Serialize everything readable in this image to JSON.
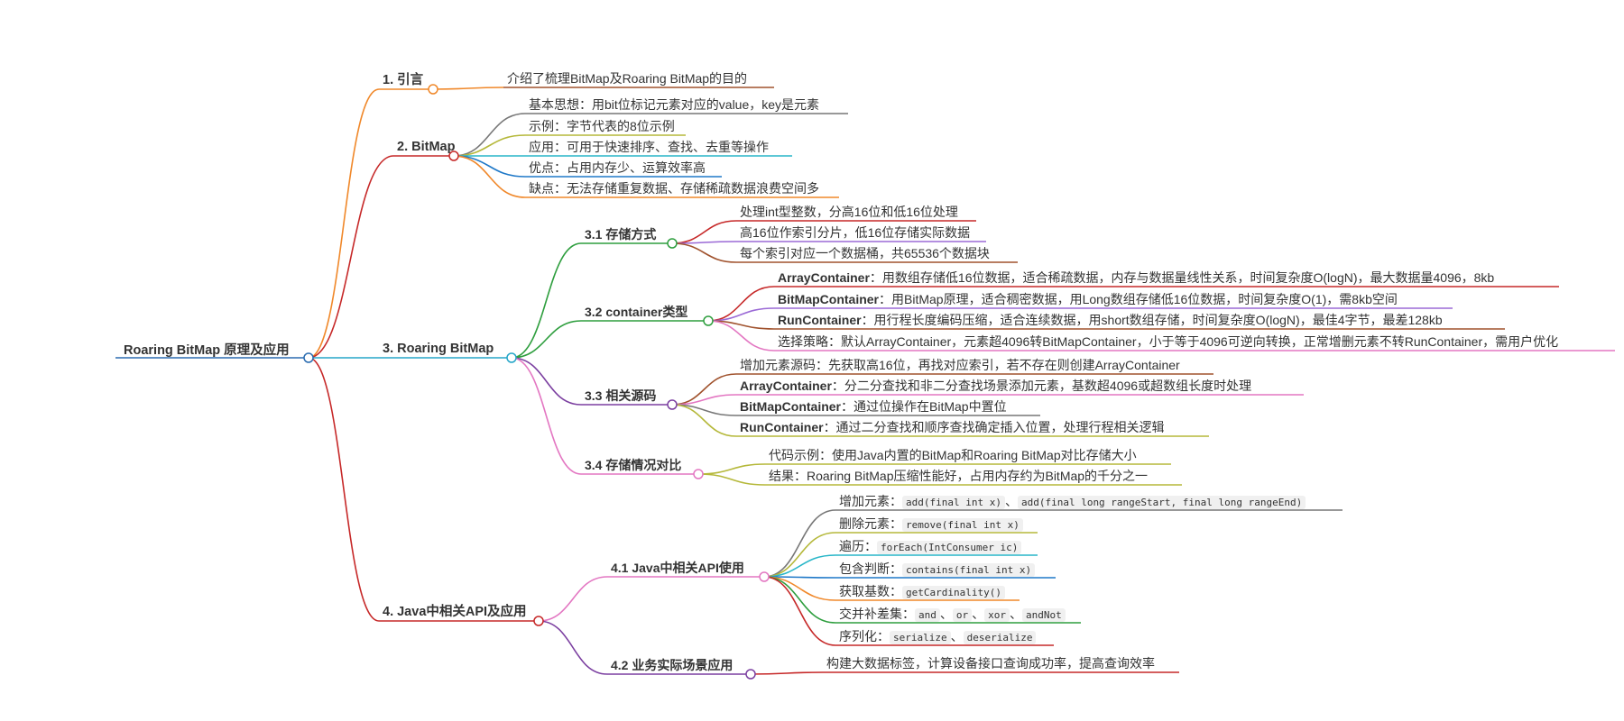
{
  "root": {
    "label": "Roaring BitMap 原理及应用"
  },
  "branches": [
    {
      "label": "1. 引言",
      "leaves": [
        {
          "parts": [
            {
              "t": "text",
              "v": "介绍了梳理BitMap及Roaring BitMap的目的"
            }
          ]
        }
      ]
    },
    {
      "label": "2. BitMap",
      "leaves": [
        {
          "parts": [
            {
              "t": "text",
              "v": "基本思想：用bit位标记元素对应的value，key是元素"
            }
          ]
        },
        {
          "parts": [
            {
              "t": "text",
              "v": "示例：字节代表的8位示例"
            }
          ]
        },
        {
          "parts": [
            {
              "t": "text",
              "v": "应用：可用于快速排序、查找、去重等操作"
            }
          ]
        },
        {
          "parts": [
            {
              "t": "text",
              "v": "优点：占用内存少、运算效率高"
            }
          ]
        },
        {
          "parts": [
            {
              "t": "text",
              "v": "缺点：无法存储重复数据、存储稀疏数据浪费空间多"
            }
          ]
        }
      ]
    },
    {
      "label": "3. Roaring BitMap",
      "subs": [
        {
          "label": "3.1 存储方式",
          "leaves": [
            {
              "parts": [
                {
                  "t": "text",
                  "v": "处理int型整数，分高16位和低16位处理"
                }
              ]
            },
            {
              "parts": [
                {
                  "t": "text",
                  "v": "高16位作索引分片，低16位存储实际数据"
                }
              ]
            },
            {
              "parts": [
                {
                  "t": "text",
                  "v": "每个索引对应一个数据桶，共65536个数据块"
                }
              ]
            }
          ]
        },
        {
          "label": "3.2 container类型",
          "leaves": [
            {
              "parts": [
                {
                  "t": "kw",
                  "v": "ArrayContainer"
                },
                {
                  "t": "text",
                  "v": "：用数组存储低16位数据，适合稀疏数据，内存与数据量线性关系，时间复杂度O(logN)，最大数据量4096，8kb"
                }
              ]
            },
            {
              "parts": [
                {
                  "t": "kw",
                  "v": "BitMapContainer"
                },
                {
                  "t": "text",
                  "v": "：用BitMap原理，适合稠密数据，用Long数组存储低16位数据，时间复杂度O(1)，需8kb空间"
                }
              ]
            },
            {
              "parts": [
                {
                  "t": "kw",
                  "v": "RunContainer"
                },
                {
                  "t": "text",
                  "v": "：用行程长度编码压缩，适合连续数据，用short数组存储，时间复杂度O(logN)，最佳4字节，最差128kb"
                }
              ]
            },
            {
              "parts": [
                {
                  "t": "text",
                  "v": "选择策略：默认ArrayContainer，元素超4096转BitMapContainer，小于等于4096可逆向转换，正常增删元素不转RunContainer，需用户优化"
                }
              ]
            }
          ]
        },
        {
          "label": "3.3 相关源码",
          "leaves": [
            {
              "parts": [
                {
                  "t": "text",
                  "v": "增加元素源码：先获取高16位，再找对应索引，若不存在则创建ArrayContainer"
                }
              ]
            },
            {
              "parts": [
                {
                  "t": "kw",
                  "v": "ArrayContainer"
                },
                {
                  "t": "text",
                  "v": "：分二分查找和非二分查找场景添加元素，基数超4096或超数组长度时处理"
                }
              ]
            },
            {
              "parts": [
                {
                  "t": "kw",
                  "v": "BitMapContainer"
                },
                {
                  "t": "text",
                  "v": "：通过位操作在BitMap中置位"
                }
              ]
            },
            {
              "parts": [
                {
                  "t": "kw",
                  "v": "RunContainer"
                },
                {
                  "t": "text",
                  "v": "：通过二分查找和顺序查找确定插入位置，处理行程相关逻辑"
                }
              ]
            }
          ]
        },
        {
          "label": "3.4 存储情况对比",
          "leaves": [
            {
              "parts": [
                {
                  "t": "text",
                  "v": "代码示例：使用Java内置的BitMap和Roaring BitMap对比存储大小"
                }
              ]
            },
            {
              "parts": [
                {
                  "t": "text",
                  "v": "结果：Roaring BitMap压缩性能好，占用内存约为BitMap的千分之一"
                }
              ]
            }
          ]
        }
      ]
    },
    {
      "label": "4. Java中相关API及应用",
      "subs": [
        {
          "label": "4.1 Java中相关API使用",
          "leaves": [
            {
              "parts": [
                {
                  "t": "text",
                  "v": "增加元素："
                },
                {
                  "t": "code",
                  "v": "add(final int x)"
                },
                {
                  "t": "sep",
                  "v": "、"
                },
                {
                  "t": "code",
                  "v": "add(final long rangeStart, final long rangeEnd)"
                }
              ]
            },
            {
              "parts": [
                {
                  "t": "text",
                  "v": "删除元素："
                },
                {
                  "t": "code",
                  "v": "remove(final int x)"
                }
              ]
            },
            {
              "parts": [
                {
                  "t": "text",
                  "v": "遍历："
                },
                {
                  "t": "code",
                  "v": "forEach(IntConsumer ic)"
                }
              ]
            },
            {
              "parts": [
                {
                  "t": "text",
                  "v": "包含判断："
                },
                {
                  "t": "code",
                  "v": "contains(final int x)"
                }
              ]
            },
            {
              "parts": [
                {
                  "t": "text",
                  "v": "获取基数："
                },
                {
                  "t": "code",
                  "v": "getCardinality()"
                }
              ]
            },
            {
              "parts": [
                {
                  "t": "text",
                  "v": "交并补差集："
                },
                {
                  "t": "code",
                  "v": "and"
                },
                {
                  "t": "sep",
                  "v": "、"
                },
                {
                  "t": "code",
                  "v": "or"
                },
                {
                  "t": "sep",
                  "v": "、"
                },
                {
                  "t": "code",
                  "v": "xor"
                },
                {
                  "t": "sep",
                  "v": "、"
                },
                {
                  "t": "code",
                  "v": "andNot"
                }
              ]
            },
            {
              "parts": [
                {
                  "t": "text",
                  "v": "序列化："
                },
                {
                  "t": "code",
                  "v": "serialize"
                },
                {
                  "t": "sep",
                  "v": "、"
                },
                {
                  "t": "code",
                  "v": "deserialize"
                }
              ]
            }
          ]
        },
        {
          "label": "4.2 业务实际场景应用",
          "leaves": [
            {
              "parts": [
                {
                  "t": "text",
                  "v": "构建大数据标签，计算设备接口查询成功率，提高查询效率"
                }
              ]
            }
          ]
        }
      ]
    }
  ],
  "colors": {
    "root_line": "#2b6cb0",
    "b1": "#f0882a",
    "b2": "#c62828",
    "b3": "#26a6c9",
    "b4": "#c62828",
    "b2_leaves": [
      "#777777",
      "#b5b83a",
      "#28b6c8",
      "#1f78c8",
      "#f0882a"
    ],
    "s31": "#2e9e3e",
    "s31_leaves": [
      "#c62828",
      "#9b6ad6",
      "#a0522d"
    ],
    "s32": "#2e9e3e",
    "s32_leaves": [
      "#c62828",
      "#9b6ad6",
      "#a0522d",
      "#e377c2"
    ],
    "s33": "#7b3fa0",
    "s33_leaves": [
      "#a0522d",
      "#e377c2",
      "#777777",
      "#b5b83a"
    ],
    "s34": "#e377c2",
    "s34_leaves": [
      "#b5b83a",
      "#b5b83a"
    ],
    "b4_subs": [
      "#e377c2",
      "#7b3fa0"
    ],
    "s41_leaves": [
      "#777777",
      "#b5b83a",
      "#28b6c8",
      "#1f78c8",
      "#f0882a",
      "#2e9e3e",
      "#c62828"
    ],
    "s42_leaves": [
      "#c62828"
    ]
  }
}
